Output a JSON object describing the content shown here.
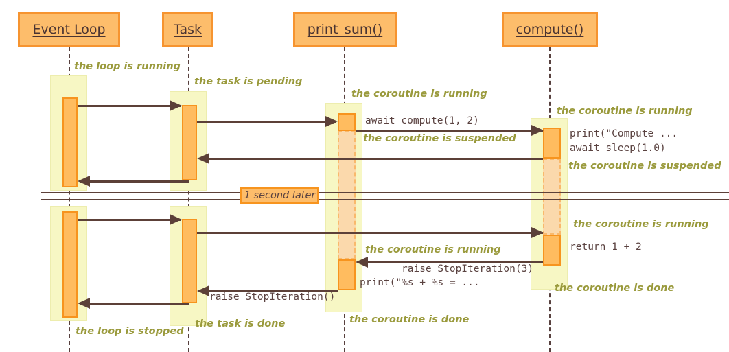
{
  "diagram": {
    "title": "asyncio event loop sequence diagram",
    "type": "sequence-diagram",
    "colors": {
      "participant_fill": "#FDBD6B",
      "participant_border": "#F69430",
      "activation_fill": "#FFBC5F",
      "activation_border": "#F7941E",
      "activation_suspended_fill": "#FBD9AC",
      "note_band_fill": "#F7F7C4",
      "arrow": "#5C4038",
      "note_text": "#9A9A3C",
      "code_text": "#5A4240",
      "background": "#FFFFFF"
    }
  },
  "participants": [
    {
      "id": "event-loop",
      "label": "Event Loop"
    },
    {
      "id": "task",
      "label": "Task"
    },
    {
      "id": "print-sum",
      "label": "print_sum()"
    },
    {
      "id": "compute",
      "label": "compute()"
    }
  ],
  "divider": {
    "label": "1 second later"
  },
  "notes": [
    {
      "id": "loop-running",
      "text": "the loop is running"
    },
    {
      "id": "task-pending",
      "text": "the task is pending"
    },
    {
      "id": "print-sum-running-1",
      "text": "the coroutine is running"
    },
    {
      "id": "compute-running-1",
      "text": "the coroutine is running"
    },
    {
      "id": "print-sum-suspended",
      "text": "the coroutine is suspended"
    },
    {
      "id": "compute-suspended",
      "text": "the coroutine is suspended"
    },
    {
      "id": "compute-running-2",
      "text": "the coroutine is running"
    },
    {
      "id": "print-sum-running-2",
      "text": "the coroutine is running"
    },
    {
      "id": "compute-done",
      "text": "the coroutine is done"
    },
    {
      "id": "print-sum-done",
      "text": "the coroutine is done"
    },
    {
      "id": "task-done",
      "text": "the task is done"
    },
    {
      "id": "loop-stopped",
      "text": "the loop is stopped"
    }
  ],
  "messages": [
    {
      "id": "msg-loop-to-task-1",
      "from": "event-loop",
      "to": "task",
      "label": "",
      "direction": "right"
    },
    {
      "id": "msg-task-to-printsum-1",
      "from": "task",
      "to": "print-sum",
      "label": "",
      "direction": "right"
    },
    {
      "id": "msg-printsum-to-compute-1",
      "from": "print-sum",
      "to": "compute",
      "label": "await compute(1, 2)",
      "direction": "right"
    },
    {
      "id": "msg-compute-to-task-1",
      "from": "compute",
      "to": "task",
      "label": "",
      "direction": "left"
    },
    {
      "id": "msg-task-to-loop-1",
      "from": "task",
      "to": "event-loop",
      "label": "",
      "direction": "left"
    },
    {
      "id": "msg-loop-to-task-2",
      "from": "event-loop",
      "to": "task",
      "label": "",
      "direction": "right"
    },
    {
      "id": "msg-task-to-compute-2",
      "from": "task",
      "to": "compute",
      "label": "",
      "direction": "right"
    },
    {
      "id": "msg-compute-to-printsum-2",
      "from": "compute",
      "to": "print-sum",
      "label": "raise StopIteration(3)",
      "direction": "left"
    },
    {
      "id": "msg-printsum-to-task-2",
      "from": "print-sum",
      "to": "task",
      "label": "raise StopIteration()",
      "direction": "left"
    },
    {
      "id": "msg-task-to-loop-2",
      "from": "task",
      "to": "event-loop",
      "label": "",
      "direction": "left"
    }
  ],
  "code_labels": [
    {
      "id": "code-await-compute",
      "text": "await compute(1, 2)"
    },
    {
      "id": "code-print-compute",
      "text": "print(\"Compute ..."
    },
    {
      "id": "code-await-sleep",
      "text": "await sleep(1.0)"
    },
    {
      "id": "code-return",
      "text": "return 1 + 2"
    },
    {
      "id": "code-raise-stop-3",
      "text": "raise StopIteration(3)"
    },
    {
      "id": "code-print-sum",
      "text": "print(\"%s + %s = ..."
    },
    {
      "id": "code-raise-stop",
      "text": "raise StopIteration()"
    }
  ]
}
